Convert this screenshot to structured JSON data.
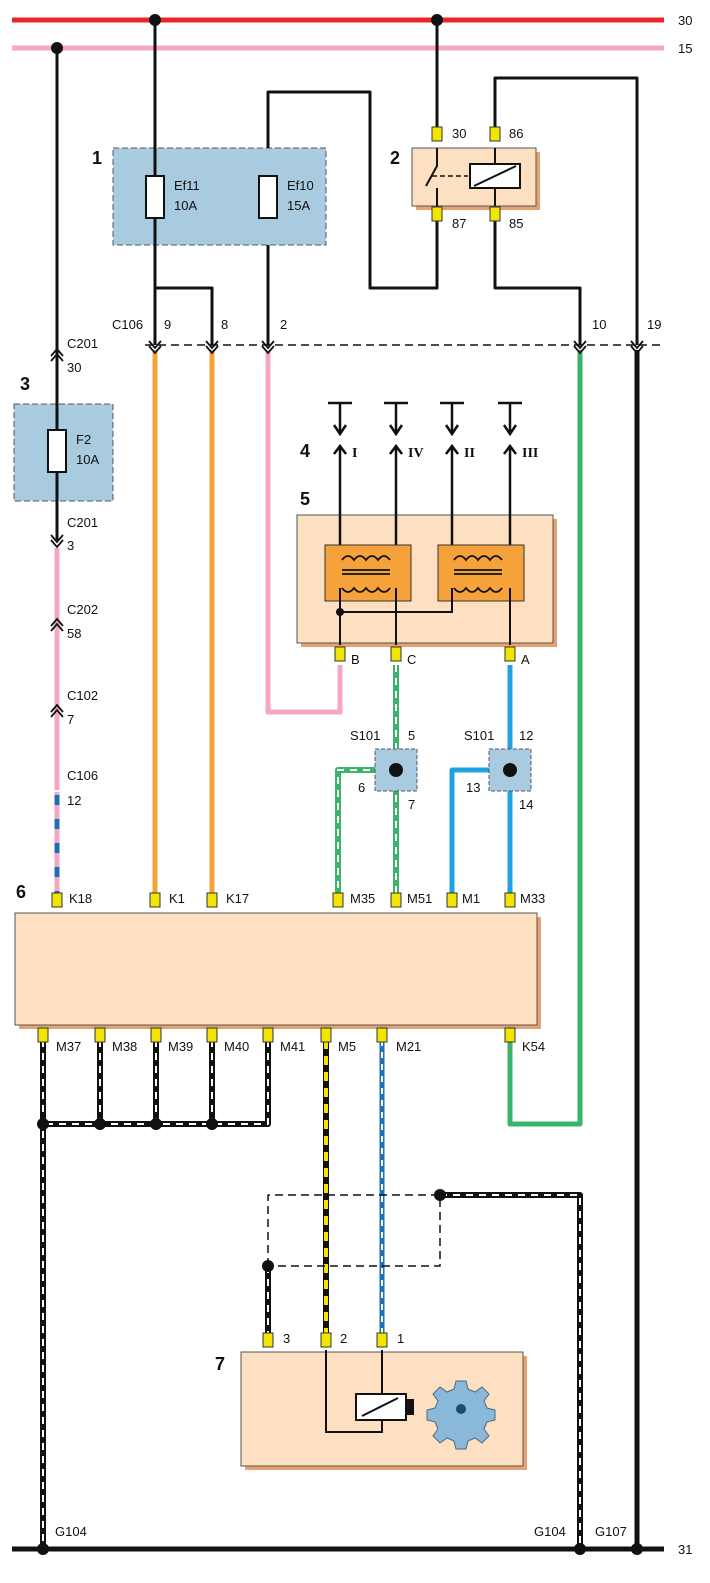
{
  "rails": {
    "top": "30",
    "second": "15",
    "bottom": "31"
  },
  "callouts": [
    "1",
    "2",
    "3",
    "4",
    "5",
    "6",
    "7"
  ],
  "fuse_box": {
    "fuses": [
      {
        "name": "Ef11",
        "rating": "10A"
      },
      {
        "name": "Ef10",
        "rating": "15A"
      }
    ]
  },
  "relay": {
    "terminals": [
      "30",
      "86",
      "87",
      "85"
    ]
  },
  "fuse_f2": {
    "name": "F2",
    "rating": "10A"
  },
  "connectors": {
    "c106": {
      "name": "C106",
      "pins": [
        "9",
        "8",
        "2",
        "10",
        "19"
      ]
    },
    "c201_top": {
      "name": "C201",
      "pin": "30"
    },
    "c201_bottom": {
      "name": "C201",
      "pin": "3"
    },
    "c202": {
      "name": "C202",
      "pin": "58"
    },
    "c102": {
      "name": "C102",
      "pin": "7"
    },
    "c106_left": {
      "name": "C106",
      "pin": "12"
    }
  },
  "spark_outputs": [
    "I",
    "IV",
    "II",
    "III"
  ],
  "coil_pins": [
    "B",
    "C",
    "A"
  ],
  "splices": [
    {
      "name": "S101",
      "pins": [
        "5",
        "6",
        "7"
      ]
    },
    {
      "name": "S101",
      "pins": [
        "12",
        "13",
        "14"
      ]
    }
  ],
  "ecu": {
    "top_pins": [
      "K18",
      "K1",
      "K17",
      "M35",
      "M51",
      "M1",
      "M33"
    ],
    "bottom_pins": [
      "M37",
      "M38",
      "M39",
      "M40",
      "M41",
      "M5",
      "M21",
      "K54"
    ]
  },
  "sensor_pins": [
    "3",
    "2",
    "1"
  ],
  "grounds": [
    "G104",
    "G104",
    "G107"
  ],
  "colors": {
    "rail30": "#e8262a",
    "rail15": "#f4a6c6",
    "orange": "#f5a23a",
    "pink": "#f4a6c6",
    "green": "#3cb36b",
    "blue": "#1fa3e0",
    "dark_blue": "#1f6fb8",
    "yellow": "#f2e600",
    "block_fill": "#fde0c2",
    "fuse_fill": "#a9cbe0",
    "coil_fill": "#f5a23a"
  }
}
